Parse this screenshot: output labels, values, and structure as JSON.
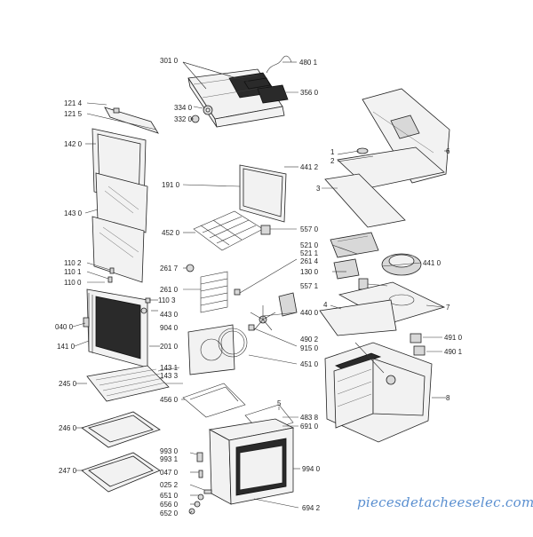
{
  "labels": {
    "l3010": "301 0",
    "l4801": "480 1",
    "l3560": "356 0",
    "l3340": "334 0",
    "l3320": "332 0",
    "l1214": "121 4",
    "l1215": "121 5",
    "l1420": "142 0",
    "l1910": "191 0",
    "l4412": "441 2",
    "l1430": "143 0",
    "l4520": "452 0",
    "l5570": "557 0",
    "l5210": "521 0",
    "l5211": "521 1",
    "l2614": "261 4",
    "l1300": "130 0",
    "l4410": "441 0",
    "l1102": "110 2",
    "l2617": "261 7",
    "l1101": "110 1",
    "l1100": "110 0",
    "l2610": "261 0",
    "l5571": "557 1",
    "l1103": "110 3",
    "l4430": "443 0",
    "l4400": "440 0",
    "l0400": "040 0",
    "l9040": "904 0",
    "l1410": "141 0",
    "l2010": "201 0",
    "l9150": "915 0",
    "l4902": "490 2",
    "l4910": "491 0",
    "l4901": "490 1",
    "l4510": "451 0",
    "l1431": "143 1",
    "l1433": "143 3",
    "l2450": "245 0",
    "l4560": "456 0",
    "l5": "5",
    "l4838": "483 8",
    "l6910": "691 0",
    "l2460": "246 0",
    "l9930": "993 0",
    "l9931": "993 1",
    "l0470": "047 0",
    "l9940": "994 0",
    "l2470": "247 0",
    "l0252": "025 2",
    "l6510": "651 0",
    "l6560": "656 0",
    "l6520": "652 0",
    "l6942": "694 2",
    "l1": "1",
    "l2": "2",
    "l3": "3",
    "l4": "4",
    "l6": "6",
    "l7": "7",
    "l8": "8"
  },
  "watermark": "piecesdetacheeselec.com"
}
